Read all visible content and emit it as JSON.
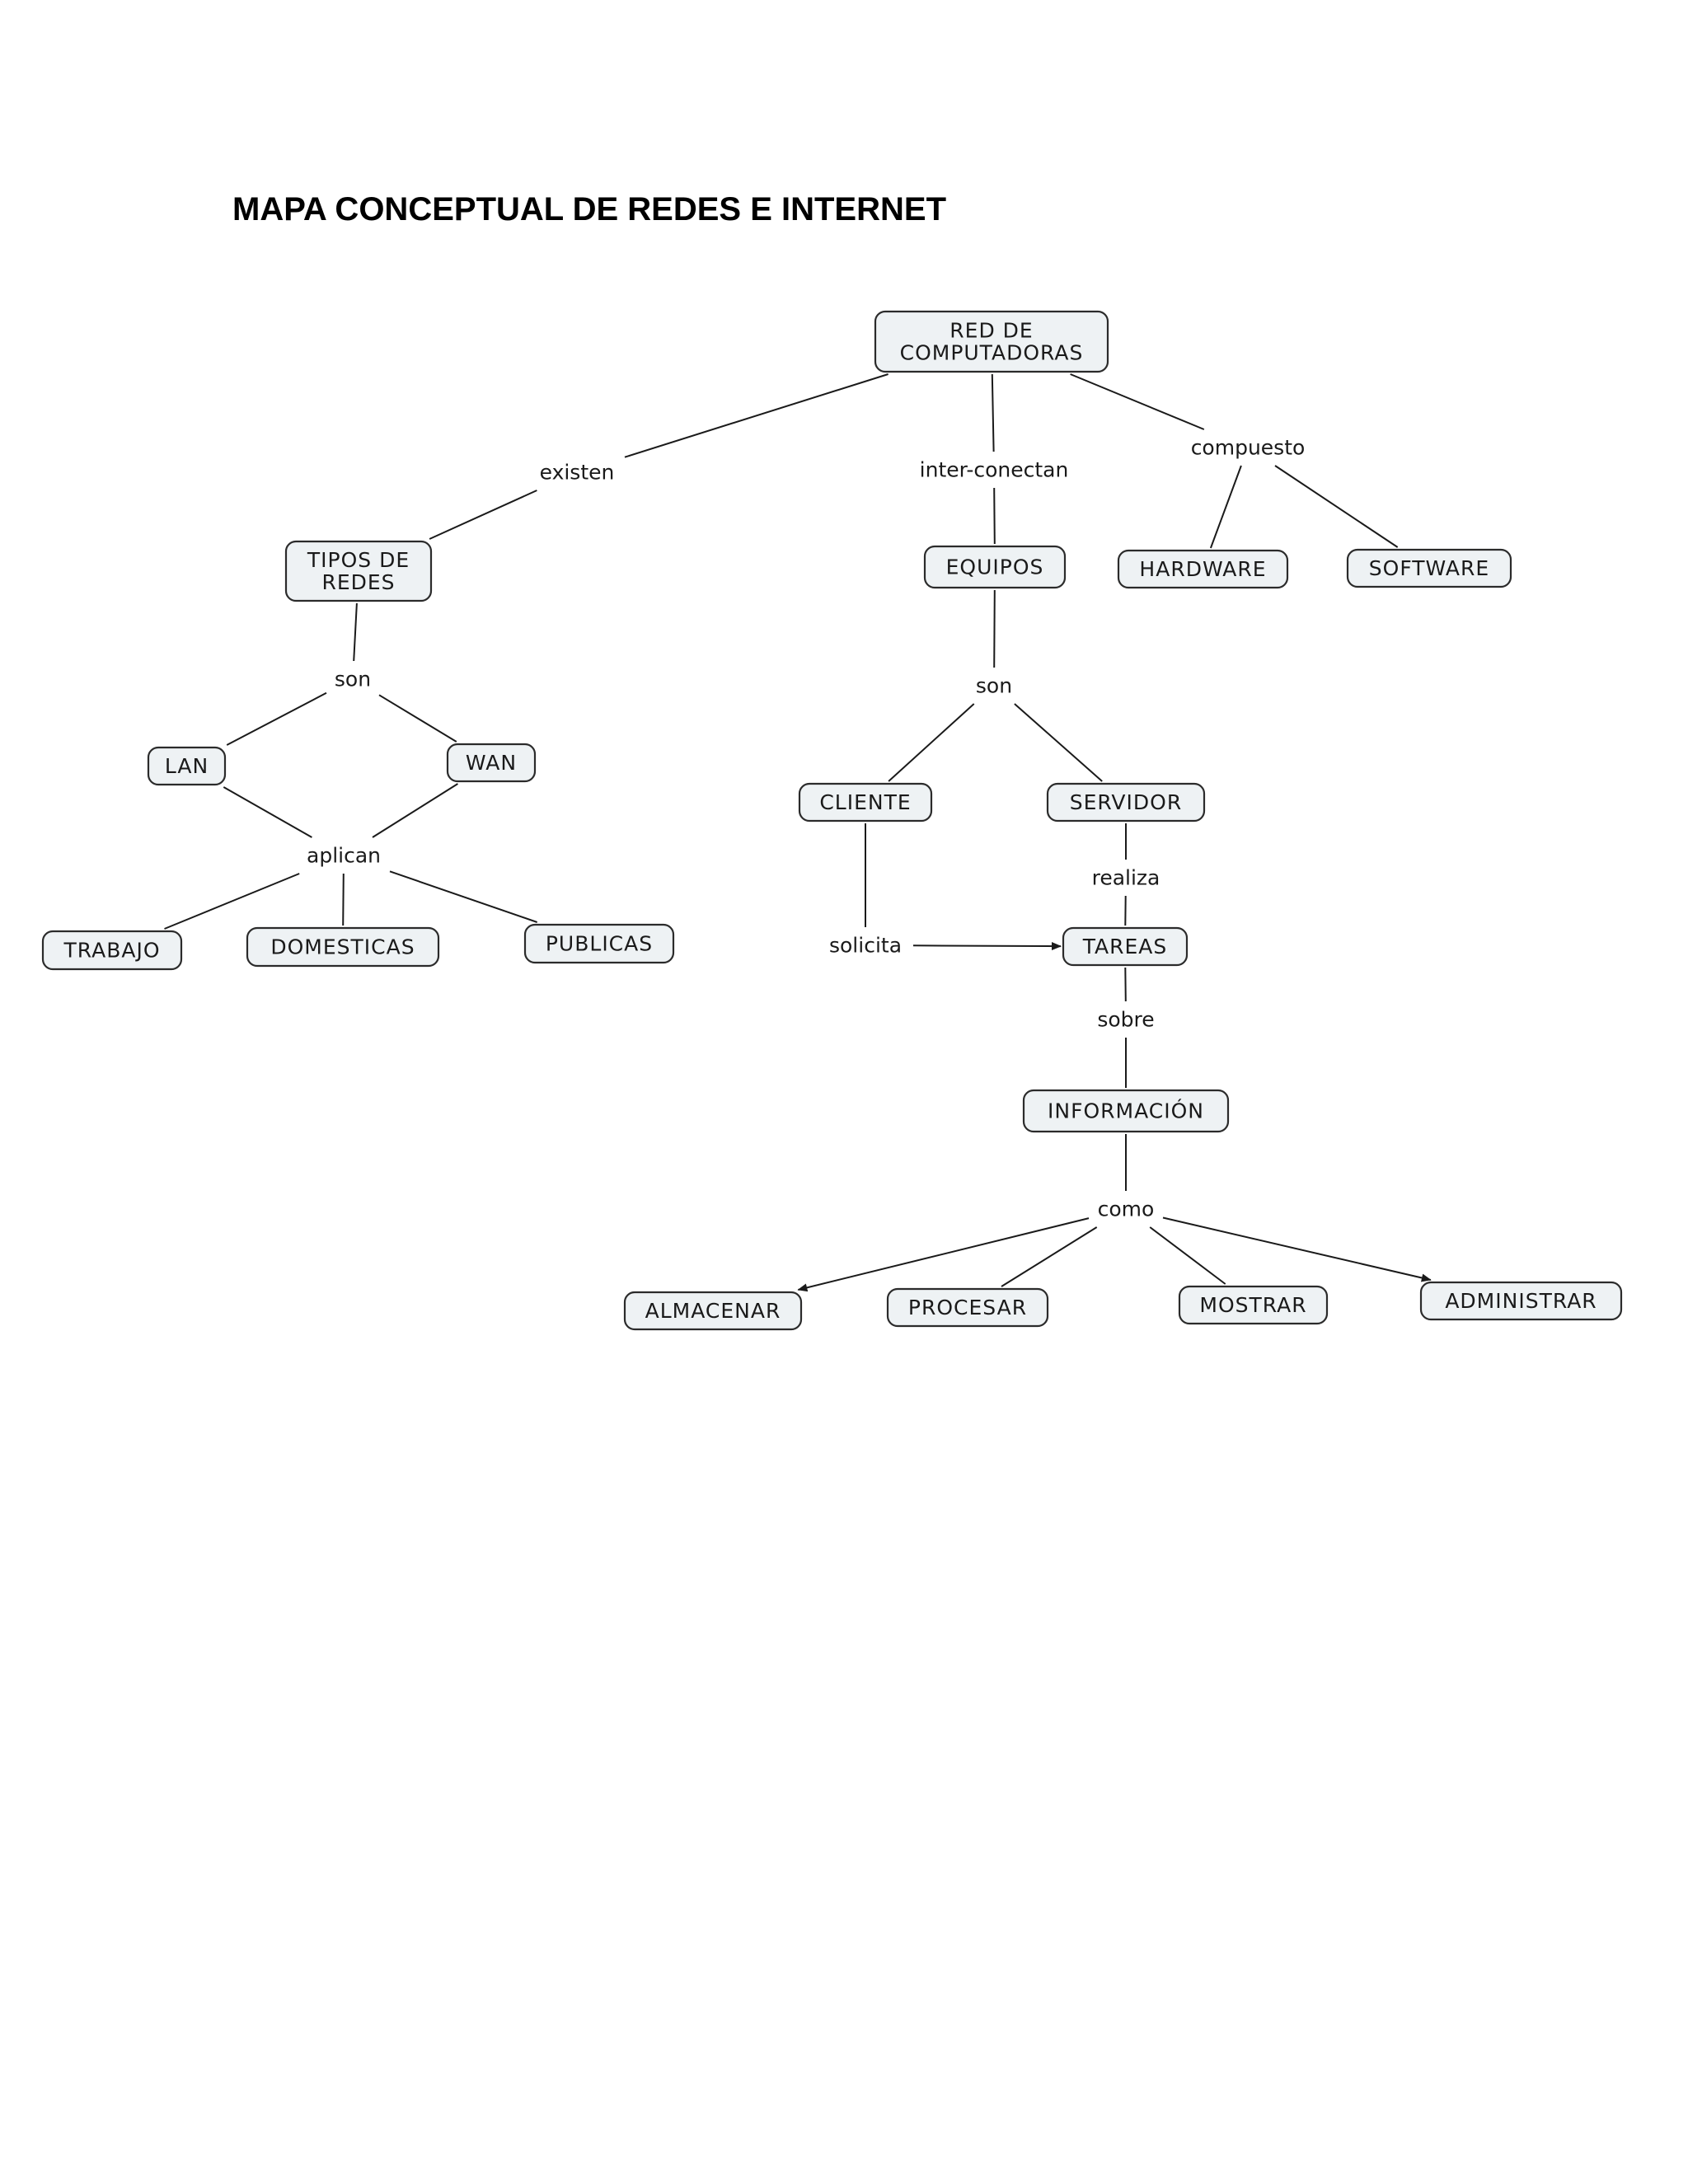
{
  "title": "MAPA CONCEPTUAL DE REDES E INTERNET",
  "colors": {
    "node_fill": "#eef2f4",
    "node_border": "#2b2b2b",
    "text": "#1a1a1a",
    "line": "#1a1a1a"
  },
  "concepts": [
    {
      "id": "red",
      "lines": [
        "RED DE",
        "COMPUTADORAS"
      ]
    },
    {
      "id": "tipos",
      "lines": [
        "TIPOS DE",
        "REDES"
      ]
    },
    {
      "id": "equipos",
      "lines": [
        "EQUIPOS"
      ]
    },
    {
      "id": "hardware",
      "lines": [
        "HARDWARE"
      ]
    },
    {
      "id": "software",
      "lines": [
        "SOFTWARE"
      ]
    },
    {
      "id": "lan",
      "lines": [
        "LAN"
      ]
    },
    {
      "id": "wan",
      "lines": [
        "WAN"
      ]
    },
    {
      "id": "trabajo",
      "lines": [
        "TRABAJO"
      ]
    },
    {
      "id": "domesticas",
      "lines": [
        "DOMESTICAS"
      ]
    },
    {
      "id": "publicas",
      "lines": [
        "PUBLICAS"
      ]
    },
    {
      "id": "cliente",
      "lines": [
        "CLIENTE"
      ]
    },
    {
      "id": "servidor",
      "lines": [
        "SERVIDOR"
      ]
    },
    {
      "id": "tareas",
      "lines": [
        "TAREAS"
      ]
    },
    {
      "id": "informacion",
      "lines": [
        "INFORMACIÓN"
      ]
    },
    {
      "id": "almacenar",
      "lines": [
        "ALMACENAR"
      ]
    },
    {
      "id": "procesar",
      "lines": [
        "PROCESAR"
      ]
    },
    {
      "id": "mostrar",
      "lines": [
        "MOSTRAR"
      ]
    },
    {
      "id": "administrar",
      "lines": [
        "ADMINISTRAR"
      ]
    }
  ],
  "linking_phrases": [
    {
      "id": "existen",
      "text": "existen"
    },
    {
      "id": "interconectan",
      "text": "inter-conectan"
    },
    {
      "id": "compuesto",
      "text": "compuesto"
    },
    {
      "id": "son1",
      "text": "son"
    },
    {
      "id": "son2",
      "text": "son"
    },
    {
      "id": "aplican",
      "text": "aplican"
    },
    {
      "id": "realiza",
      "text": "realiza"
    },
    {
      "id": "solicita",
      "text": "solicita"
    },
    {
      "id": "sobre",
      "text": "sobre"
    },
    {
      "id": "como",
      "text": "como"
    }
  ],
  "connections": [
    {
      "from": "red",
      "to": "existen",
      "arrow": false
    },
    {
      "from": "existen",
      "to": "tipos",
      "arrow": false
    },
    {
      "from": "red",
      "to": "interconectan",
      "arrow": false
    },
    {
      "from": "interconectan",
      "to": "equipos",
      "arrow": false
    },
    {
      "from": "red",
      "to": "compuesto",
      "arrow": false
    },
    {
      "from": "compuesto",
      "to": "hardware",
      "arrow": false
    },
    {
      "from": "compuesto",
      "to": "software",
      "arrow": false
    },
    {
      "from": "tipos",
      "to": "son1",
      "arrow": false
    },
    {
      "from": "son1",
      "to": "lan",
      "arrow": false
    },
    {
      "from": "son1",
      "to": "wan",
      "arrow": false
    },
    {
      "from": "lan",
      "to": "aplican",
      "arrow": false
    },
    {
      "from": "wan",
      "to": "aplican",
      "arrow": false
    },
    {
      "from": "aplican",
      "to": "trabajo",
      "arrow": false
    },
    {
      "from": "aplican",
      "to": "domesticas",
      "arrow": false
    },
    {
      "from": "aplican",
      "to": "publicas",
      "arrow": false
    },
    {
      "from": "equipos",
      "to": "son2",
      "arrow": false
    },
    {
      "from": "son2",
      "to": "cliente",
      "arrow": false
    },
    {
      "from": "son2",
      "to": "servidor",
      "arrow": false
    },
    {
      "from": "servidor",
      "to": "realiza",
      "arrow": false
    },
    {
      "from": "realiza",
      "to": "tareas",
      "arrow": false
    },
    {
      "from": "cliente",
      "to": "solicita",
      "arrow": false
    },
    {
      "from": "solicita",
      "to": "tareas",
      "arrow": true
    },
    {
      "from": "tareas",
      "to": "sobre",
      "arrow": false
    },
    {
      "from": "sobre",
      "to": "informacion",
      "arrow": false
    },
    {
      "from": "informacion",
      "to": "como",
      "arrow": false
    },
    {
      "from": "como",
      "to": "almacenar",
      "arrow": true
    },
    {
      "from": "como",
      "to": "procesar",
      "arrow": false
    },
    {
      "from": "como",
      "to": "mostrar",
      "arrow": false
    },
    {
      "from": "como",
      "to": "administrar",
      "arrow": true
    }
  ]
}
